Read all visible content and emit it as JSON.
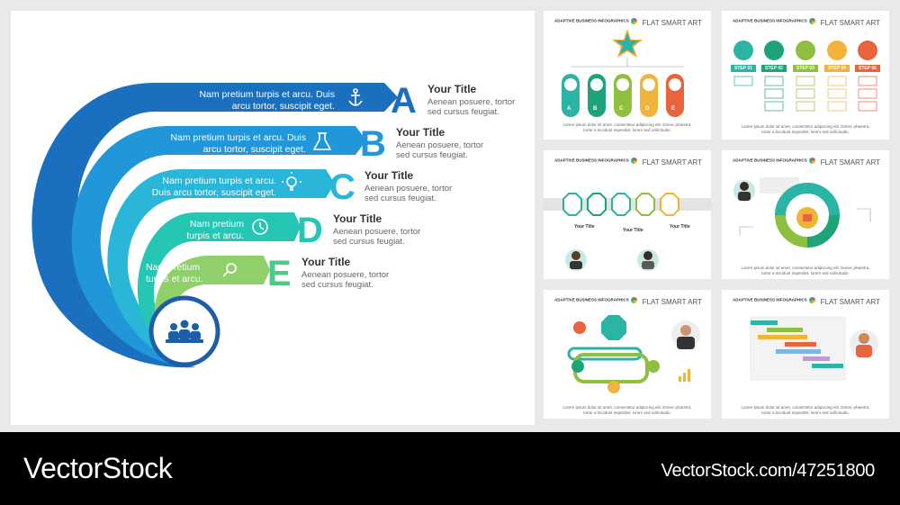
{
  "colors": {
    "blue_dark": "#1a6fbf",
    "blue": "#2196d8",
    "cyan": "#29b6d8",
    "teal": "#26c6b5",
    "green": "#4dca8a",
    "lime": "#8fd06b",
    "circle_blue": "#1d5ea8"
  },
  "main": {
    "items": [
      {
        "letter": "A",
        "strip": "Nam pretium turpis et arcu. Duis arcu tortor, suscipit eget.",
        "icon": "anchor-icon",
        "title": "Your Title",
        "desc": "Aenean posuere, tortor sed cursus feugiat."
      },
      {
        "letter": "B",
        "strip": "Nam pretium turpis et arcu. Duis arcu tortor, suscipit eget.",
        "icon": "flask-icon",
        "title": "Your Title",
        "desc": "Aenean posuere, tortor sed cursus feugiat."
      },
      {
        "letter": "C",
        "strip": "Nam pretium turpis et arcu. Duis arcu tortor, suscipit eget.",
        "icon": "lightbulb-icon",
        "title": "Your Title",
        "desc": "Aenean posuere, tortor sed cursus feugiat."
      },
      {
        "letter": "D",
        "strip": "Nam pretium turpis et arcu.",
        "icon": "clock-icon",
        "title": "Your Title",
        "desc": "Aenean posuere, tortor sed cursus feugiat."
      },
      {
        "letter": "E",
        "strip": "Nam pretium turpis et arcu.",
        "icon": "magnifier-icon",
        "title": "Your Title",
        "desc": "Aenean posuere, tortor sed cursus feugiat."
      }
    ],
    "center_icon": "team-meeting-icon"
  },
  "thumbs": {
    "header_logo": "ADAPTIVE BUSINESS INFOGRAPHICS",
    "header_right": "FLAT SMART ART",
    "footer": "Lorem ipsum dolor sit amet, consectetur adipiscing elit. Donec pharetra, tortor a tincidunt imperdiet, lorem sed sollicitudin.",
    "t2_steps": [
      "STEP 01",
      "STEP 02",
      "STEP 03",
      "STEP 04",
      "STEP 05"
    ],
    "t1_letters": [
      "A",
      "B",
      "C",
      "D",
      "E"
    ],
    "t3_title": "Your Title"
  },
  "banner": {
    "brand": "VectorStock",
    "url": "VectorStock.com/47251800"
  }
}
